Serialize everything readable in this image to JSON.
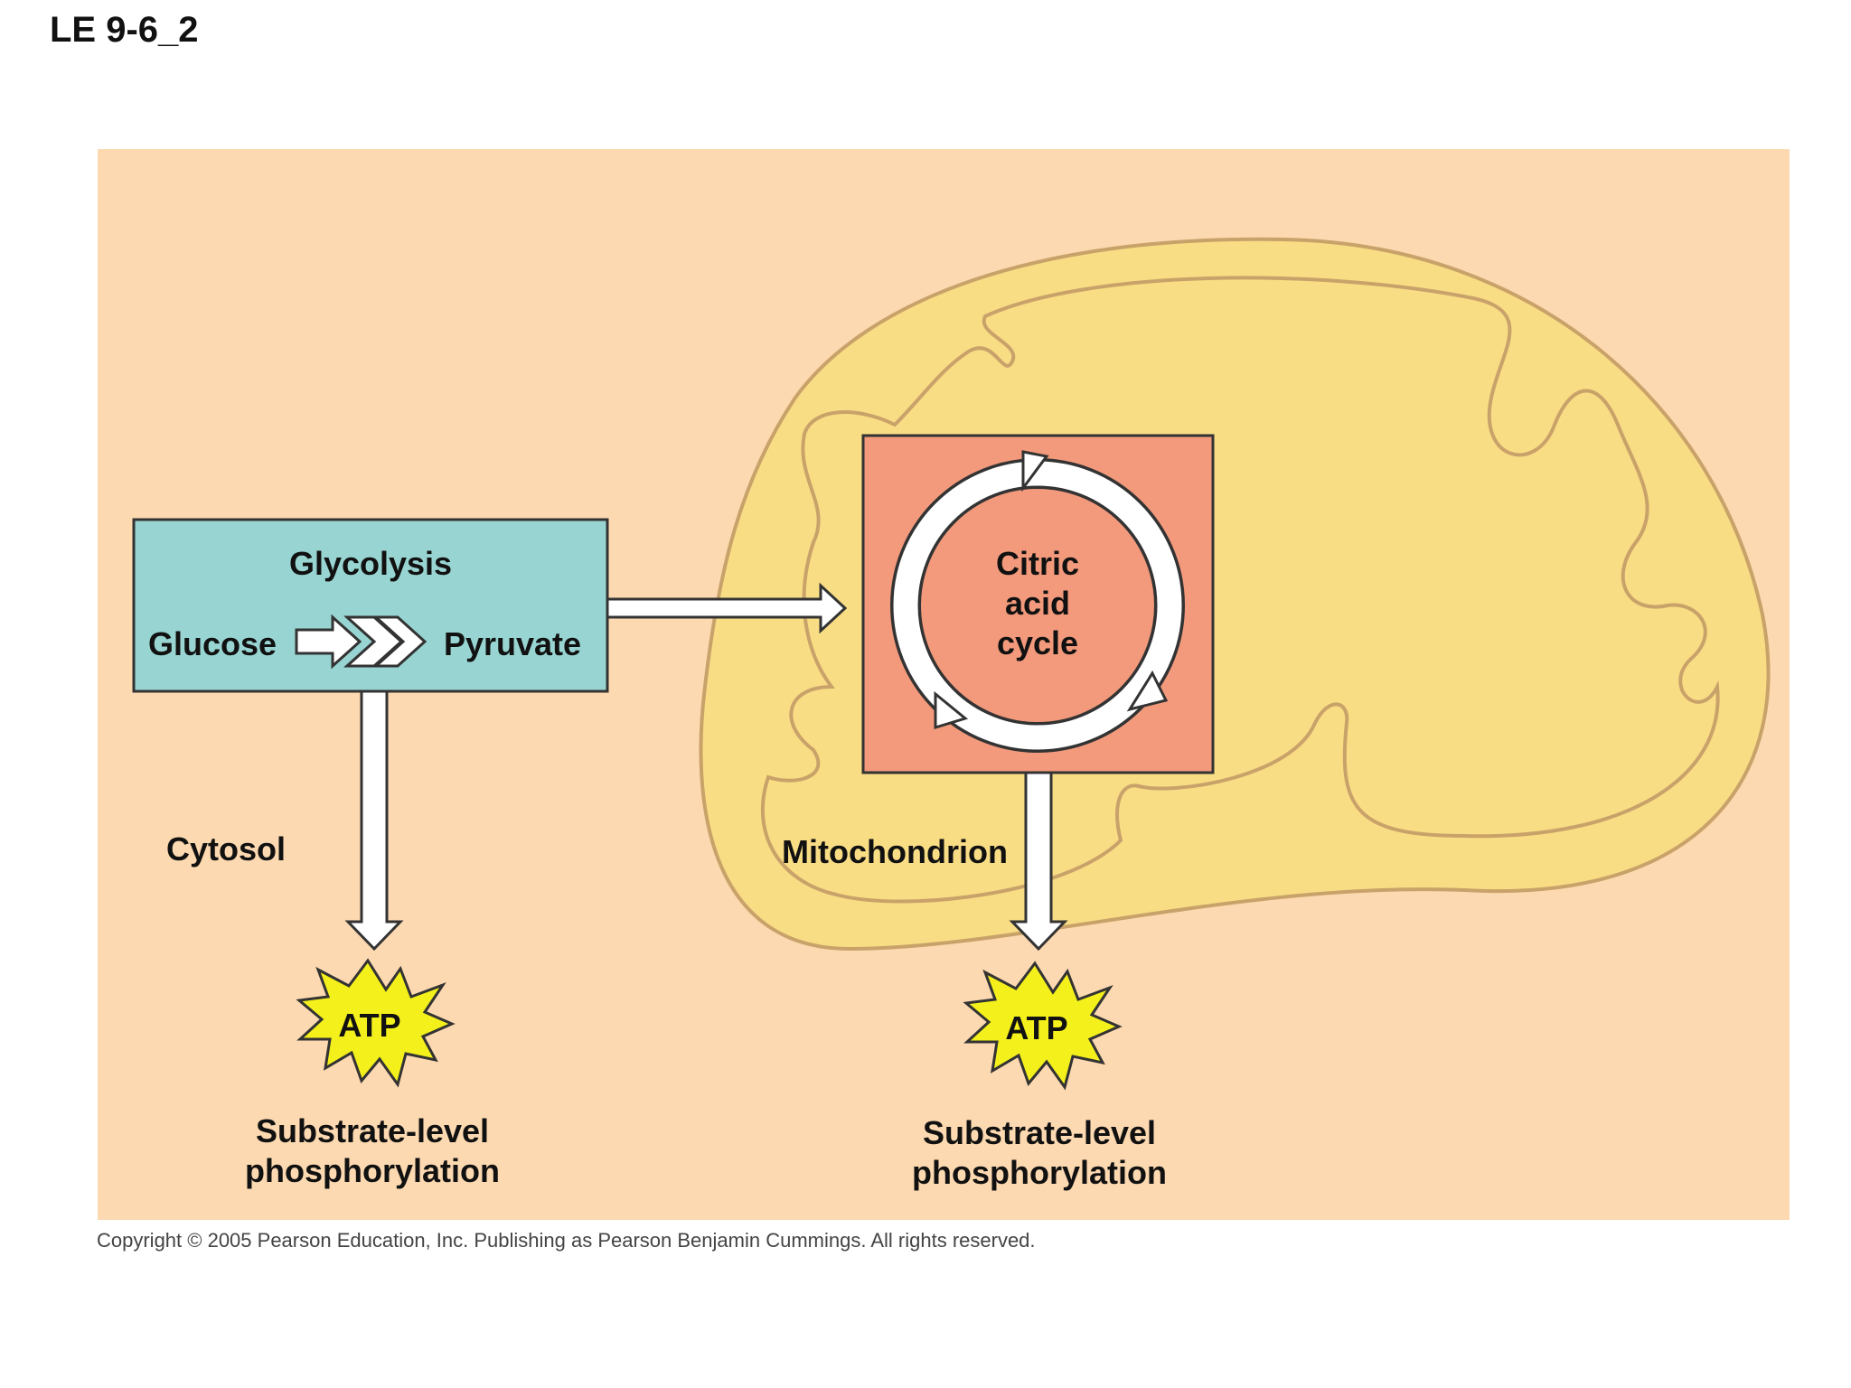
{
  "slide_label": "LE 9-6_2",
  "glycolysis": {
    "title": "Glycolysis",
    "input": "Glucose",
    "output": "Pyruvate"
  },
  "citric_acid_cycle": {
    "line1": "Citric",
    "line2": "acid",
    "line3": "cycle"
  },
  "regions": {
    "cytosol": "Cytosol",
    "mitochondrion": "Mitochondrion"
  },
  "atp_left": {
    "label": "ATP",
    "caption_line1": "Substrate-level",
    "caption_line2": "phosphorylation"
  },
  "atp_right": {
    "label": "ATP",
    "caption_line1": "Substrate-level",
    "caption_line2": "phosphorylation"
  },
  "copyright": "Copyright © 2005 Pearson Education, Inc. Publishing as Pearson Benjamin Cummings. All rights reserved.",
  "colors": {
    "cytosol_bg": "#fcd9b0",
    "mitochondrion_fill": "#f9dd85",
    "mitochondrion_stroke": "#c9a26a",
    "glycolysis_box": "#98d5d2",
    "citric_box": "#f39a7c",
    "atp_burst": "#f4f01c"
  }
}
